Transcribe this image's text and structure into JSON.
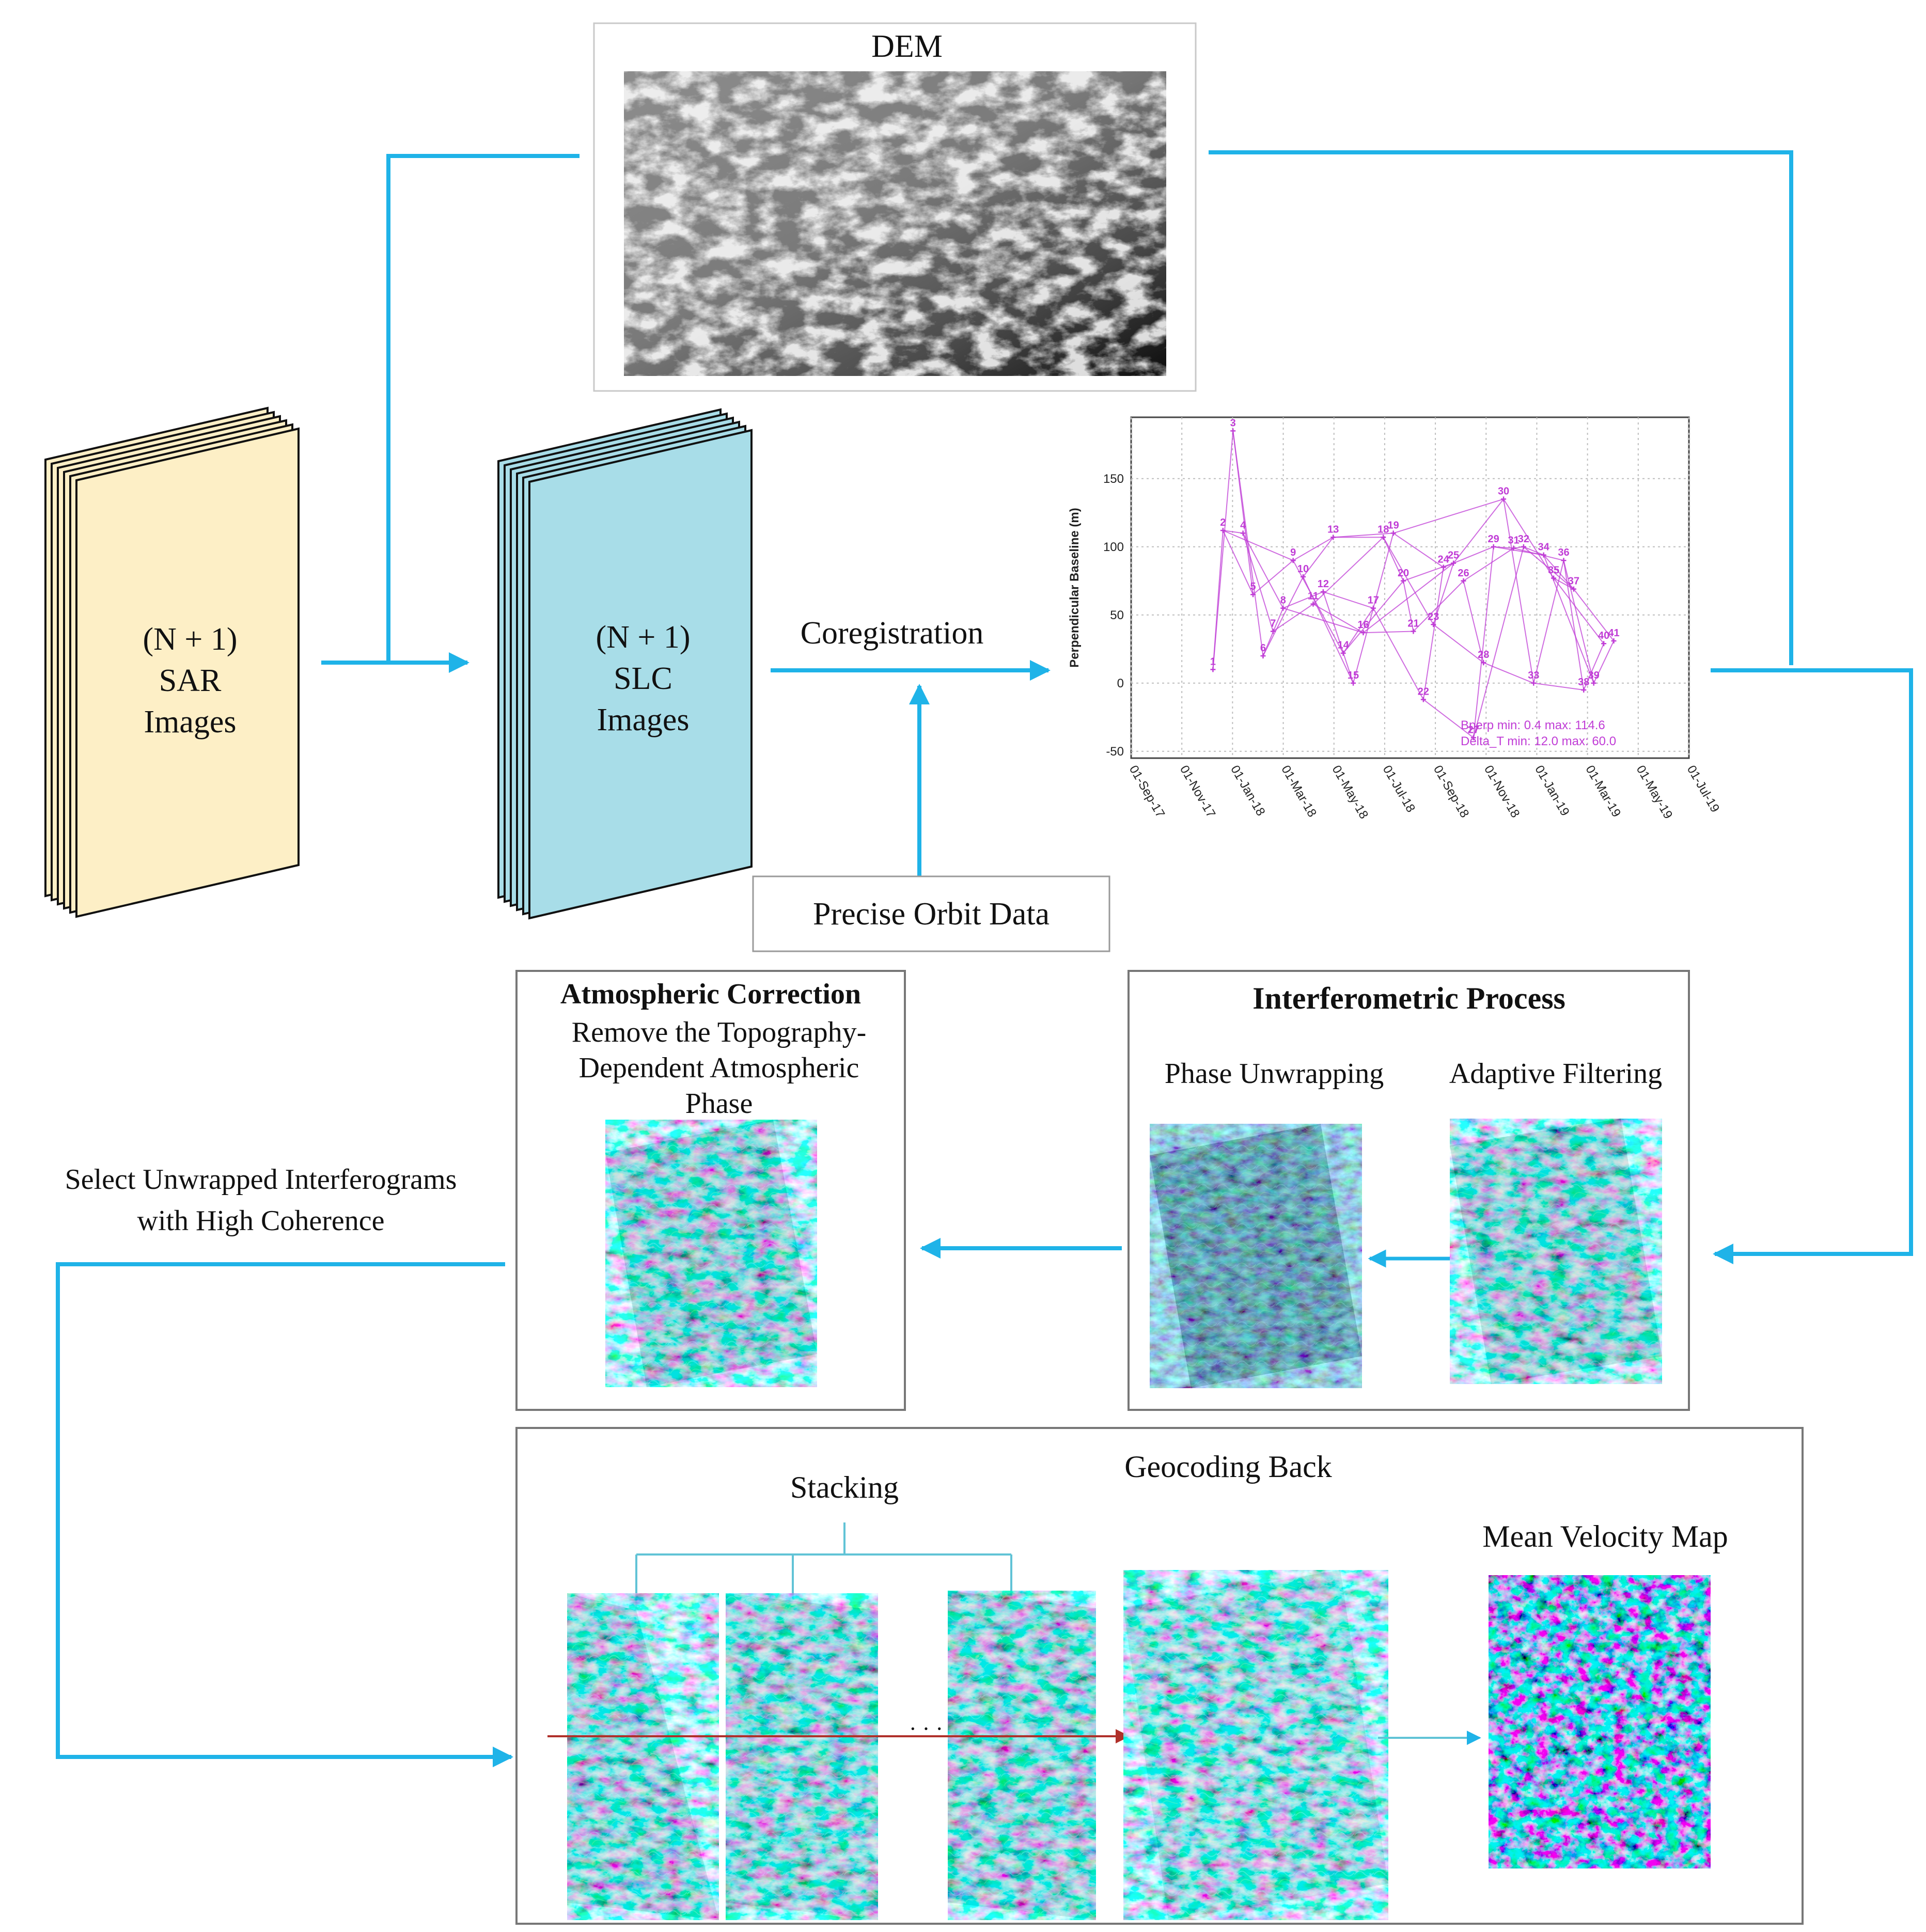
{
  "dem": {
    "title": "DEM"
  },
  "sar_stack": {
    "line1": "(N + 1)",
    "line2": "SAR",
    "line3": "Images",
    "color": "#fdefc6"
  },
  "slc_stack": {
    "line1": "(N + 1)",
    "line2": "SLC",
    "line3": "Images",
    "color": "#a8dde8"
  },
  "coregistration": {
    "label": "Coregistration"
  },
  "orbit": {
    "label": "Precise Orbit Data"
  },
  "atmospheric": {
    "title": "Atmospheric Correction",
    "line1": "Remove the Topography-",
    "line2": "Dependent Atmospheric",
    "line3": "Phase"
  },
  "interferometric": {
    "title": "Interferometric Process",
    "unwrap_label": "Phase Unwrapping",
    "filter_label": "Adaptive Filtering"
  },
  "select": {
    "line1": "Select Unwrapped Interferograms",
    "line2": "with High Coherence"
  },
  "stacking": {
    "geocoding_label": "Geocoding Back",
    "stacking_label": "Stacking",
    "ellipsis": "· · ·",
    "velocity_label": "Mean Velocity Map"
  },
  "colors": {
    "arrow": "#1fb3e8",
    "chart": "#c03cd6",
    "stack_line": "#61c3d6",
    "red_arrow": "#b0302a"
  },
  "chart_data": {
    "type": "scatter",
    "ylabel": "Perpendicular Baseline (m)",
    "y_ticks": [
      -50,
      0,
      50,
      100,
      150
    ],
    "ylim": [
      -55,
      195
    ],
    "x_tick_labels": [
      "01-Sep-17",
      "01-Nov-17",
      "01-Jan-18",
      "01-Mar-18",
      "01-May-18",
      "01-Jul-18",
      "01-Sep-18",
      "01-Nov-18",
      "01-Jan-19",
      "01-Mar-19",
      "01-May-19",
      "01-Jul-19"
    ],
    "grid": true,
    "points": [
      {
        "label": "1",
        "x": "2017-12-08",
        "y": 10
      },
      {
        "label": "2",
        "x": "2017-12-20",
        "y": 112
      },
      {
        "label": "3",
        "x": "2018-01-01",
        "y": 185
      },
      {
        "label": "4",
        "x": "2018-01-13",
        "y": 110
      },
      {
        "label": "5",
        "x": "2018-01-25",
        "y": 65
      },
      {
        "label": "6",
        "x": "2018-02-06",
        "y": 20
      },
      {
        "label": "7",
        "x": "2018-02-18",
        "y": 38
      },
      {
        "label": "8",
        "x": "2018-03-02",
        "y": 55
      },
      {
        "label": "9",
        "x": "2018-03-14",
        "y": 90
      },
      {
        "label": "10",
        "x": "2018-03-26",
        "y": 78
      },
      {
        "label": "11",
        "x": "2018-04-07",
        "y": 58
      },
      {
        "label": "12",
        "x": "2018-04-19",
        "y": 67
      },
      {
        "label": "13",
        "x": "2018-05-01",
        "y": 107
      },
      {
        "label": "14",
        "x": "2018-05-13",
        "y": 22
      },
      {
        "label": "15",
        "x": "2018-05-25",
        "y": 0
      },
      {
        "label": "16",
        "x": "2018-06-06",
        "y": 37
      },
      {
        "label": "17",
        "x": "2018-06-18",
        "y": 55
      },
      {
        "label": "18",
        "x": "2018-06-30",
        "y": 107
      },
      {
        "label": "19",
        "x": "2018-07-12",
        "y": 110
      },
      {
        "label": "20",
        "x": "2018-07-24",
        "y": 75
      },
      {
        "label": "21",
        "x": "2018-08-05",
        "y": 38
      },
      {
        "label": "22",
        "x": "2018-08-17",
        "y": -12
      },
      {
        "label": "23",
        "x": "2018-08-29",
        "y": 43
      },
      {
        "label": "24",
        "x": "2018-09-10",
        "y": 85
      },
      {
        "label": "25",
        "x": "2018-09-22",
        "y": 88
      },
      {
        "label": "26",
        "x": "2018-10-04",
        "y": 75
      },
      {
        "label": "27",
        "x": "2018-10-16",
        "y": -40
      },
      {
        "label": "28",
        "x": "2018-10-28",
        "y": 15
      },
      {
        "label": "29",
        "x": "2018-11-09",
        "y": 100
      },
      {
        "label": "30",
        "x": "2018-11-21",
        "y": 135
      },
      {
        "label": "31",
        "x": "2018-12-03",
        "y": 99
      },
      {
        "label": "32",
        "x": "2018-12-15",
        "y": 100
      },
      {
        "label": "33",
        "x": "2018-12-27",
        "y": 0
      },
      {
        "label": "34",
        "x": "2019-01-08",
        "y": 94
      },
      {
        "label": "35",
        "x": "2019-01-20",
        "y": 77
      },
      {
        "label": "36",
        "x": "2019-02-01",
        "y": 90
      },
      {
        "label": "37",
        "x": "2019-02-13",
        "y": 69
      },
      {
        "label": "38",
        "x": "2019-02-25",
        "y": -5
      },
      {
        "label": "39",
        "x": "2019-03-09",
        "y": 0
      },
      {
        "label": "40",
        "x": "2019-03-21",
        "y": 29
      },
      {
        "label": "41",
        "x": "2019-04-02",
        "y": 31
      }
    ],
    "edges": [
      [
        1,
        2
      ],
      [
        1,
        3
      ],
      [
        2,
        4
      ],
      [
        2,
        5
      ],
      [
        3,
        6
      ],
      [
        3,
        5
      ],
      [
        4,
        7
      ],
      [
        4,
        8
      ],
      [
        5,
        9
      ],
      [
        6,
        8
      ],
      [
        6,
        10
      ],
      [
        7,
        11
      ],
      [
        8,
        12
      ],
      [
        9,
        13
      ],
      [
        9,
        14
      ],
      [
        10,
        13
      ],
      [
        10,
        15
      ],
      [
        11,
        16
      ],
      [
        12,
        15
      ],
      [
        12,
        17
      ],
      [
        13,
        18
      ],
      [
        13,
        19
      ],
      [
        14,
        17
      ],
      [
        14,
        20
      ],
      [
        15,
        19
      ],
      [
        16,
        21
      ],
      [
        17,
        22
      ],
      [
        18,
        20
      ],
      [
        18,
        23
      ],
      [
        19,
        24
      ],
      [
        20,
        21
      ],
      [
        20,
        25
      ],
      [
        21,
        26
      ],
      [
        22,
        24
      ],
      [
        22,
        27
      ],
      [
        23,
        25
      ],
      [
        23,
        28
      ],
      [
        24,
        29
      ],
      [
        25,
        30
      ],
      [
        26,
        28
      ],
      [
        26,
        31
      ],
      [
        27,
        29
      ],
      [
        27,
        32
      ],
      [
        28,
        33
      ],
      [
        29,
        34
      ],
      [
        30,
        33
      ],
      [
        30,
        35
      ],
      [
        31,
        36
      ],
      [
        32,
        37
      ],
      [
        33,
        36
      ],
      [
        33,
        38
      ],
      [
        34,
        37
      ],
      [
        34,
        39
      ],
      [
        35,
        40
      ],
      [
        36,
        38
      ],
      [
        37,
        41
      ],
      [
        38,
        40
      ],
      [
        39,
        41
      ],
      [
        29,
        31
      ],
      [
        31,
        32
      ],
      [
        32,
        34
      ],
      [
        35,
        37
      ],
      [
        36,
        39
      ],
      [
        11,
        18
      ],
      [
        16,
        25
      ],
      [
        19,
        30
      ],
      [
        2,
        9
      ],
      [
        8,
        16
      ]
    ],
    "annotation_line1": "Bperp  min:  0.4  max:  114.6",
    "annotation_line2": "Delta_T min:  12.0  max:  60.0"
  }
}
